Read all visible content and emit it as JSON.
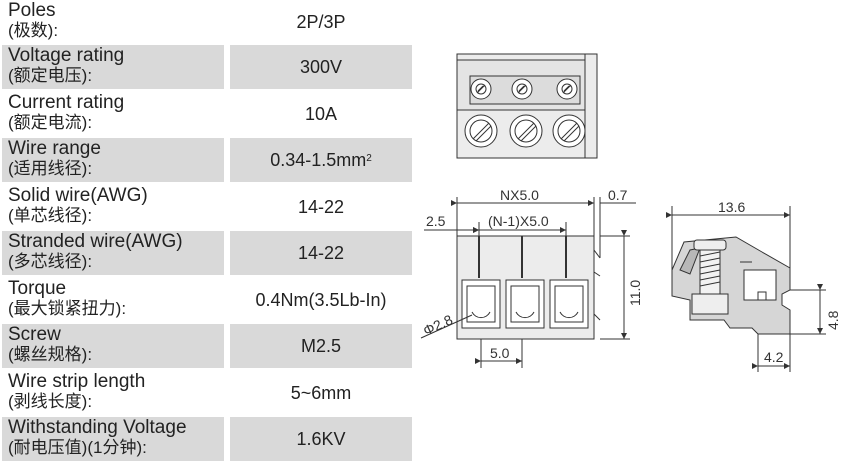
{
  "specs": [
    {
      "en": "Poles",
      "cn": "(极数):",
      "value": "2P/3P"
    },
    {
      "en": "Voltage rating",
      "cn": "(额定电压):",
      "value": "300V"
    },
    {
      "en": "Current rating",
      "cn": "(额定电流):",
      "value": "10A"
    },
    {
      "en": "Wire range",
      "cn": "(适用线径):",
      "value": "0.34-1.5mm",
      "value_sup": "2"
    },
    {
      "en": "Solid wire(AWG)",
      "cn": "(单芯线径):",
      "value": "14-22"
    },
    {
      "en": "Stranded wire(AWG)",
      "cn": "(多芯线径):",
      "value": "14-22"
    },
    {
      "en": "Torque",
      "cn": "(最大锁紧扭力):",
      "value": "0.4Nm(3.5Lb-In)"
    },
    {
      "en": "Screw",
      "cn": "(螺丝规格):",
      "value": "M2.5"
    },
    {
      "en": "Wire strip length",
      "cn": "(剥线长度):",
      "value": "5~6mm"
    },
    {
      "en": "Withstanding Voltage",
      "cn": "(耐电压值)(1分钟):",
      "value": "1.6KV"
    }
  ],
  "dims": {
    "nx": "NX5.0",
    "d07": "0.7",
    "d25": "2.5",
    "n1": "(N-1)X5.0",
    "d11": "11.0",
    "phi": "Φ2.8",
    "d50": "5.0",
    "d136": "13.6",
    "d48": "4.8",
    "d42": "4.2"
  }
}
